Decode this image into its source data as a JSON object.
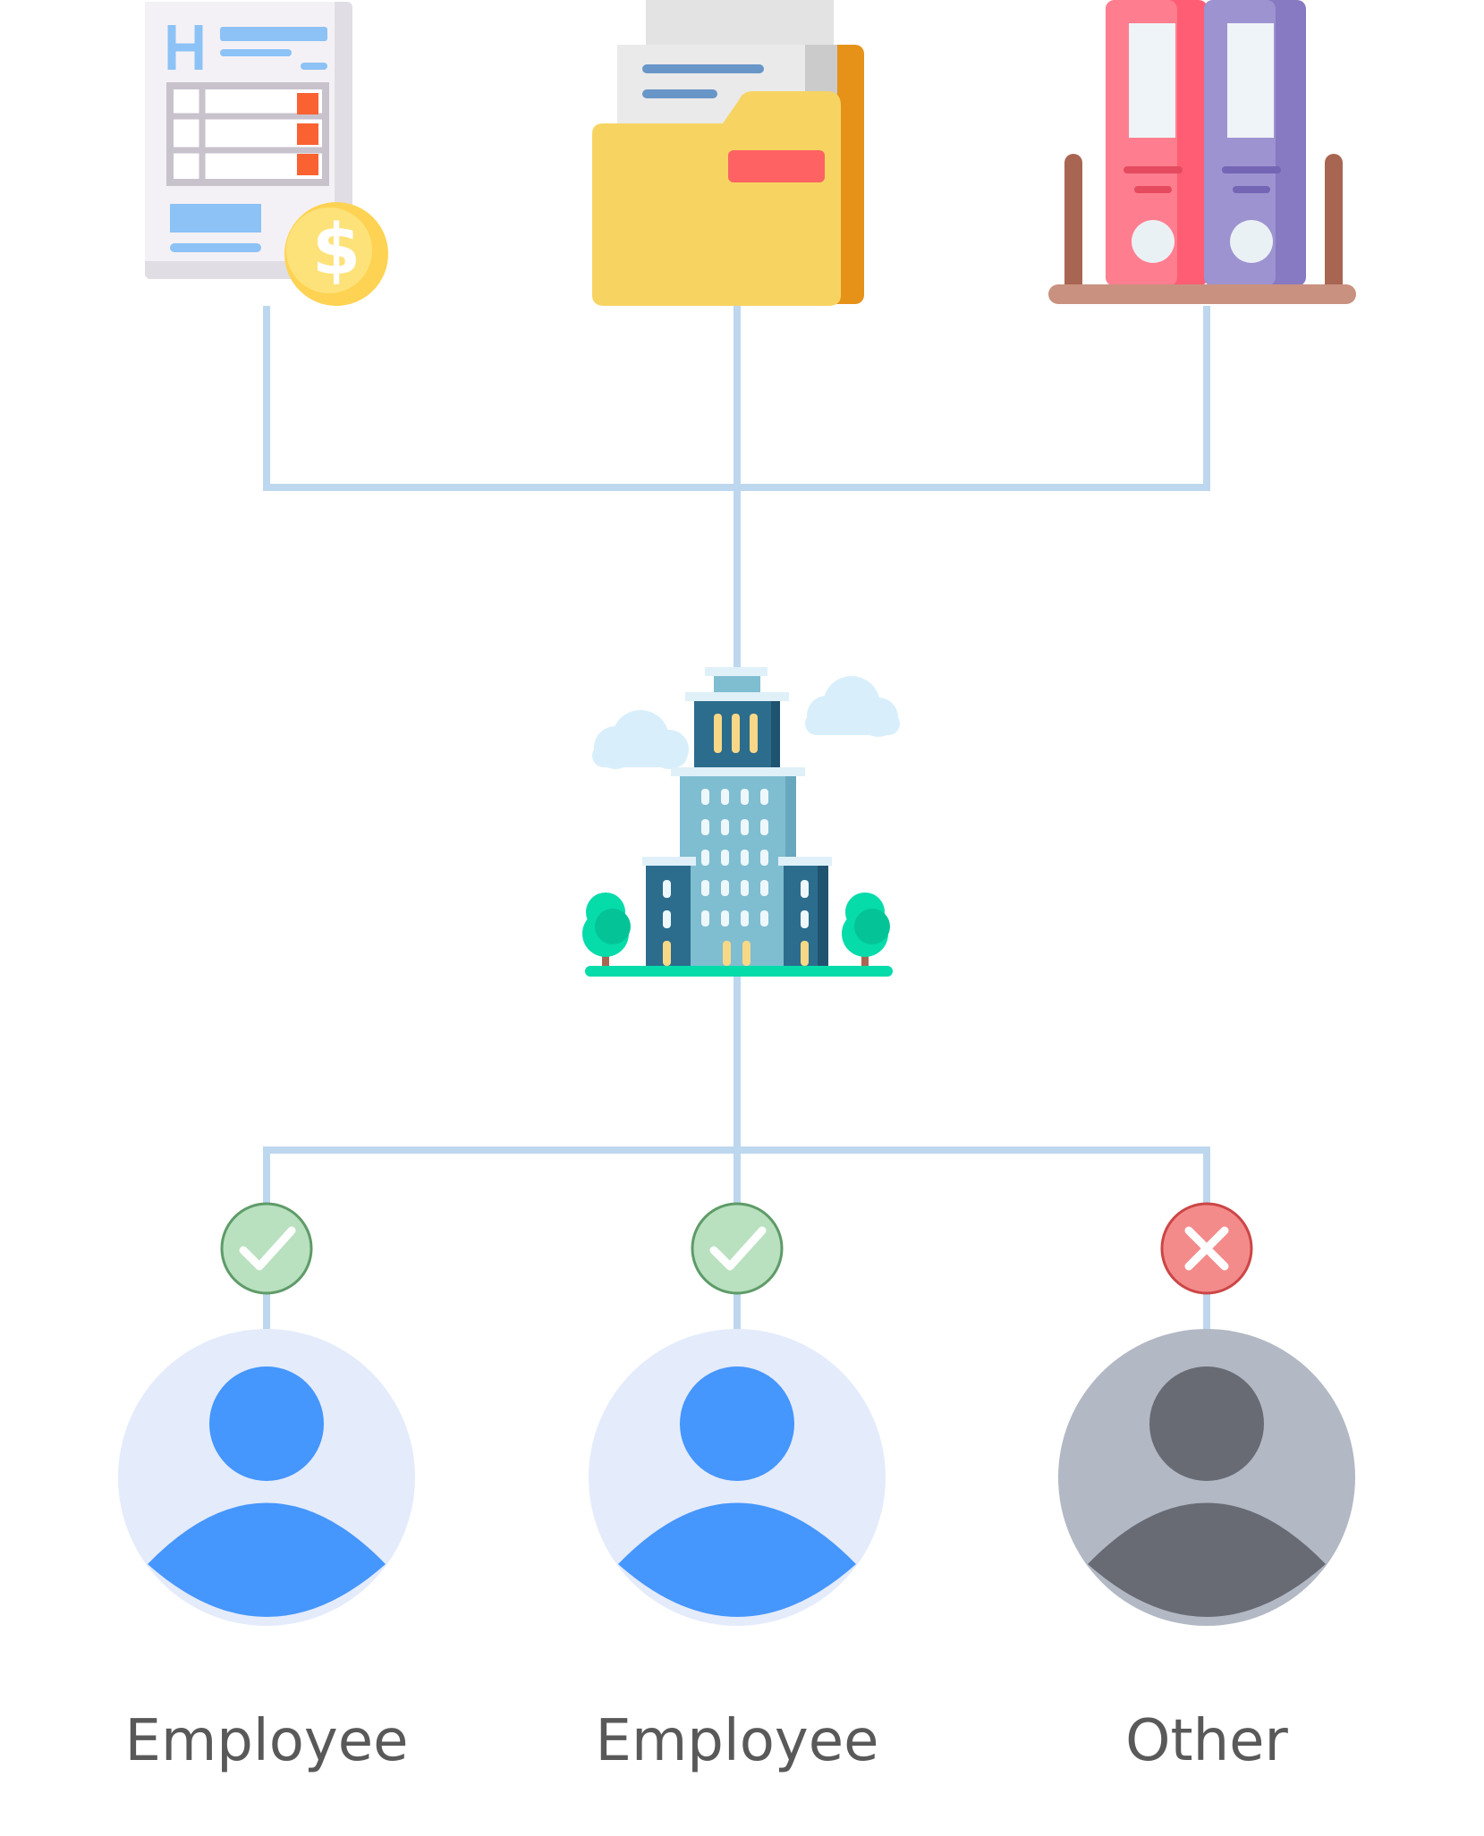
{
  "diagram": {
    "sources": [
      {
        "id": "invoice",
        "icon": "invoice-document-icon"
      },
      {
        "id": "folder",
        "icon": "document-folder-icon"
      },
      {
        "id": "binders",
        "icon": "binders-shelf-icon"
      }
    ],
    "hub": {
      "icon": "office-building-icon"
    },
    "people": [
      {
        "label": "Employee",
        "status": "allowed",
        "status_icon": "checkmark-icon",
        "avatar_color": "#4596fd",
        "bg_color": "#e4ebfb"
      },
      {
        "label": "Employee",
        "status": "allowed",
        "status_icon": "checkmark-icon",
        "avatar_color": "#4596fd",
        "bg_color": "#e4ebfb"
      },
      {
        "label": "Other",
        "status": "denied",
        "status_icon": "cross-icon",
        "avatar_color": "#686b73",
        "bg_color": "#b2b8c4"
      }
    ],
    "colors": {
      "connector": "#bdd7ee",
      "allowed_fill": "#b9e0bf",
      "allowed_stroke": "#5e9b68",
      "denied_fill": "#f48b8b",
      "denied_stroke": "#cc4646",
      "label_text": "#595959"
    }
  }
}
